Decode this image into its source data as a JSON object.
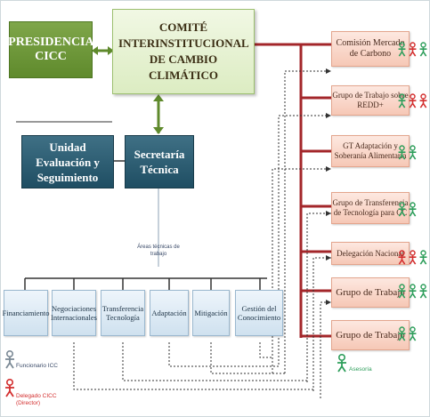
{
  "colors": {
    "accent_green": "#5f8a2c",
    "navy": "#1f4e63",
    "dark_red_line": "#a3262a",
    "salmon": "#f6c8b6",
    "light_blue": "#cfe1ef",
    "person_green": "#2e9e5b",
    "person_red": "#d32f2f",
    "person_gray": "#7c8a96"
  },
  "top": {
    "presidencia": "PRESIDENCIA CICC",
    "comite": "COMITÉ INTERINSTITUCIONAL DE CAMBIO CLIMÁTICO"
  },
  "middle": {
    "unidad": "Unidad Evaluación y Seguimiento",
    "secretaria": "Secretaría Técnica",
    "areas_label": "Áreas técnicas de trabajo"
  },
  "areas": [
    {
      "label": "Financiamiento"
    },
    {
      "label": "Negociaciones Internacionales"
    },
    {
      "label": "Transferencia Tecnología"
    },
    {
      "label": "Adaptación"
    },
    {
      "label": "Mitigación"
    },
    {
      "label": "Gestión del Conocimiento"
    }
  ],
  "groups": [
    {
      "label": "Comisión Mercado de Carbono",
      "icons": [
        "green",
        "red",
        "green"
      ]
    },
    {
      "label": "Grupo de Trabajo sobre REDD+",
      "icons": [
        "green",
        "red",
        "red"
      ]
    },
    {
      "label": "GT Adaptación y Soberanía Alimentaria",
      "icons": [
        "green",
        "green"
      ]
    },
    {
      "label": "Grupo de Transferencia de Tecnología para CC",
      "icons": [
        "green",
        "green"
      ]
    },
    {
      "label": "Delegación Nacional",
      "icons": [
        "red",
        "red",
        "green"
      ]
    },
    {
      "label": "Grupo de Trabajo",
      "icons": [
        "green",
        "green",
        "green"
      ]
    },
    {
      "label": "Grupo de Trabajo",
      "icons": [
        "green",
        "green"
      ]
    }
  ],
  "legend": {
    "funcionario": "Funcionario ICC",
    "delegado": "Delegado CICC (Director)",
    "asesoria": "Asesoría"
  },
  "icon_names": {
    "person": "person-icon"
  }
}
